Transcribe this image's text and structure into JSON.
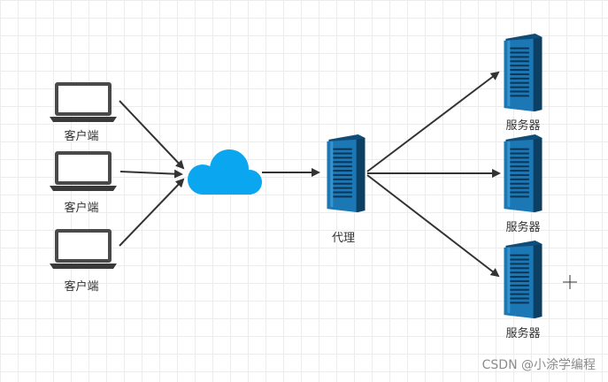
{
  "diagram": {
    "clients": [
      {
        "label": "客户端",
        "icon": "laptop-icon"
      },
      {
        "label": "客户端",
        "icon": "laptop-icon"
      },
      {
        "label": "客户端",
        "icon": "laptop-icon"
      }
    ],
    "network": {
      "icon": "cloud-icon"
    },
    "proxy": {
      "label": "代理",
      "icon": "server-icon"
    },
    "servers": [
      {
        "label": "服务器",
        "icon": "server-icon"
      },
      {
        "label": "服务器",
        "icon": "server-icon"
      },
      {
        "label": "服务器",
        "icon": "server-icon"
      }
    ],
    "colors": {
      "cloud": "#0aa6f0",
      "server_front": "#1c78b4",
      "server_side": "#0f4d78",
      "arrow": "#333333"
    }
  },
  "watermark": "CSDN @小涂学编程"
}
